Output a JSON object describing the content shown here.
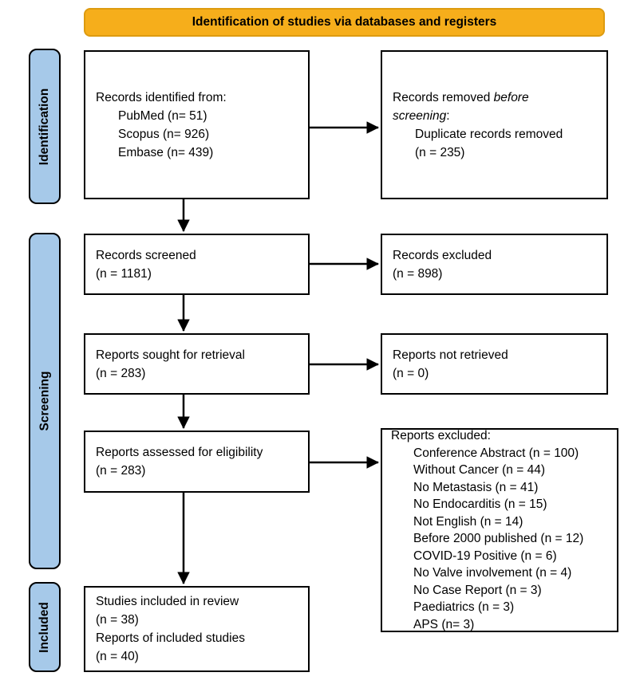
{
  "banner": {
    "title": "Identification of studies via databases and registers",
    "fill_color": "#F6AE1B",
    "border_color": "#DD9B10"
  },
  "sidebar": {
    "identification": "Identification",
    "screening": "Screening",
    "included": "Included",
    "fill_color": "#A6C9E9"
  },
  "boxes": {
    "records_identified": {
      "title": "Records identified from:",
      "items": [
        "PubMed (n= 51)",
        "Scopus (n= 926)",
        "Embase (n= 439)"
      ]
    },
    "records_removed": {
      "t1": "Records removed ",
      "t2_italic": "before",
      "t3_italic": "screening",
      "t4": ":",
      "items": [
        "Duplicate records removed",
        "(n = 235)"
      ]
    },
    "records_screened": {
      "lines": [
        "Records screened",
        "(n = 1181)"
      ]
    },
    "records_excluded": {
      "lines": [
        "Records excluded",
        "(n = 898)"
      ]
    },
    "reports_sought": {
      "lines": [
        "Reports sought for retrieval",
        "(n = 283)"
      ]
    },
    "reports_not_retrieved": {
      "lines": [
        "Reports not retrieved",
        "(n = 0)"
      ]
    },
    "reports_assessed": {
      "lines": [
        "Reports assessed for eligibility",
        "(n = 283)"
      ]
    },
    "reports_excluded": {
      "title": "Reports excluded:",
      "items": [
        "Conference Abstract (n = 100)",
        "Without Cancer (n = 44)",
        "No Metastasis (n = 41)",
        "No Endocarditis (n = 15)",
        "Not English (n = 14)",
        "Before 2000 published (n = 12)",
        "COVID-19 Positive (n = 6)",
        "No Valve involvement (n = 4)",
        "No Case Report (n = 3)",
        "Paediatrics (n = 3)",
        "APS (n= 3)"
      ]
    },
    "studies_included": {
      "lines": [
        "Studies included in review",
        "(n = 38)",
        "Reports of included studies",
        "(n = 40)"
      ]
    }
  }
}
